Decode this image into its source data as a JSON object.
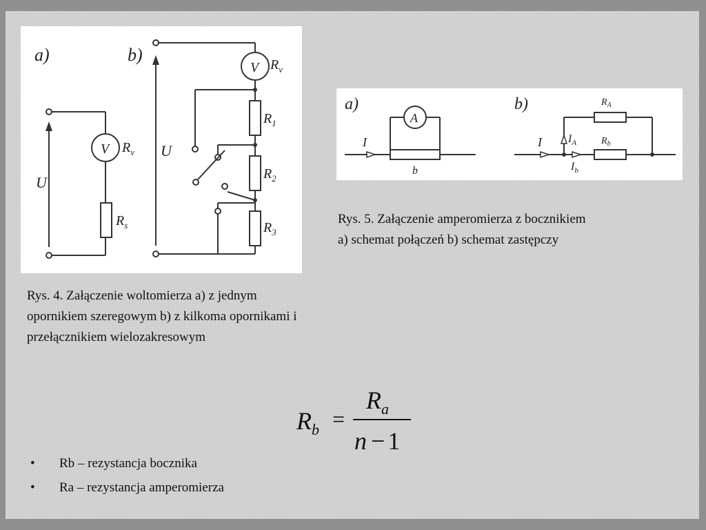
{
  "fig4": {
    "label_a": "a)",
    "label_b": "b)",
    "U": "U",
    "V": "V",
    "Rv": "R",
    "Rv_sub": "v",
    "Rs": "R",
    "Rs_sub": "s",
    "R1": "R",
    "R1_sub": "1",
    "R2": "R",
    "R2_sub": "2",
    "R3": "R",
    "R3_sub": "3"
  },
  "fig5": {
    "label_a": "a)",
    "label_b": "b)",
    "I": "I",
    "A": "A",
    "b": "b",
    "RA": "R",
    "RA_sub": "A",
    "Rb": "R",
    "Rb_sub": "b",
    "IA": "I",
    "IA_sub": "A",
    "Ib": "I",
    "Ib_sub": "b"
  },
  "caption4": "Rys. 4. Załączenie woltomierza a) z jednym opornikiem szeregowym b) z kilkoma opornikami i przełącznikiem wielozakresowym",
  "caption5_line1": "Rys. 5. Załączenie amperomierza z bocznikiem",
  "caption5_line2": "a) schemat połączeń b) schemat zastępczy",
  "formula": {
    "lhs": "R",
    "lhs_sub": "b",
    "eq": "=",
    "num": "R",
    "num_sub": "a",
    "den": "n",
    "den_op": "−",
    "den_num": "1"
  },
  "bullets": [
    "Rb – rezystancja bocznika",
    "Ra – rezystancja amperomierza"
  ]
}
